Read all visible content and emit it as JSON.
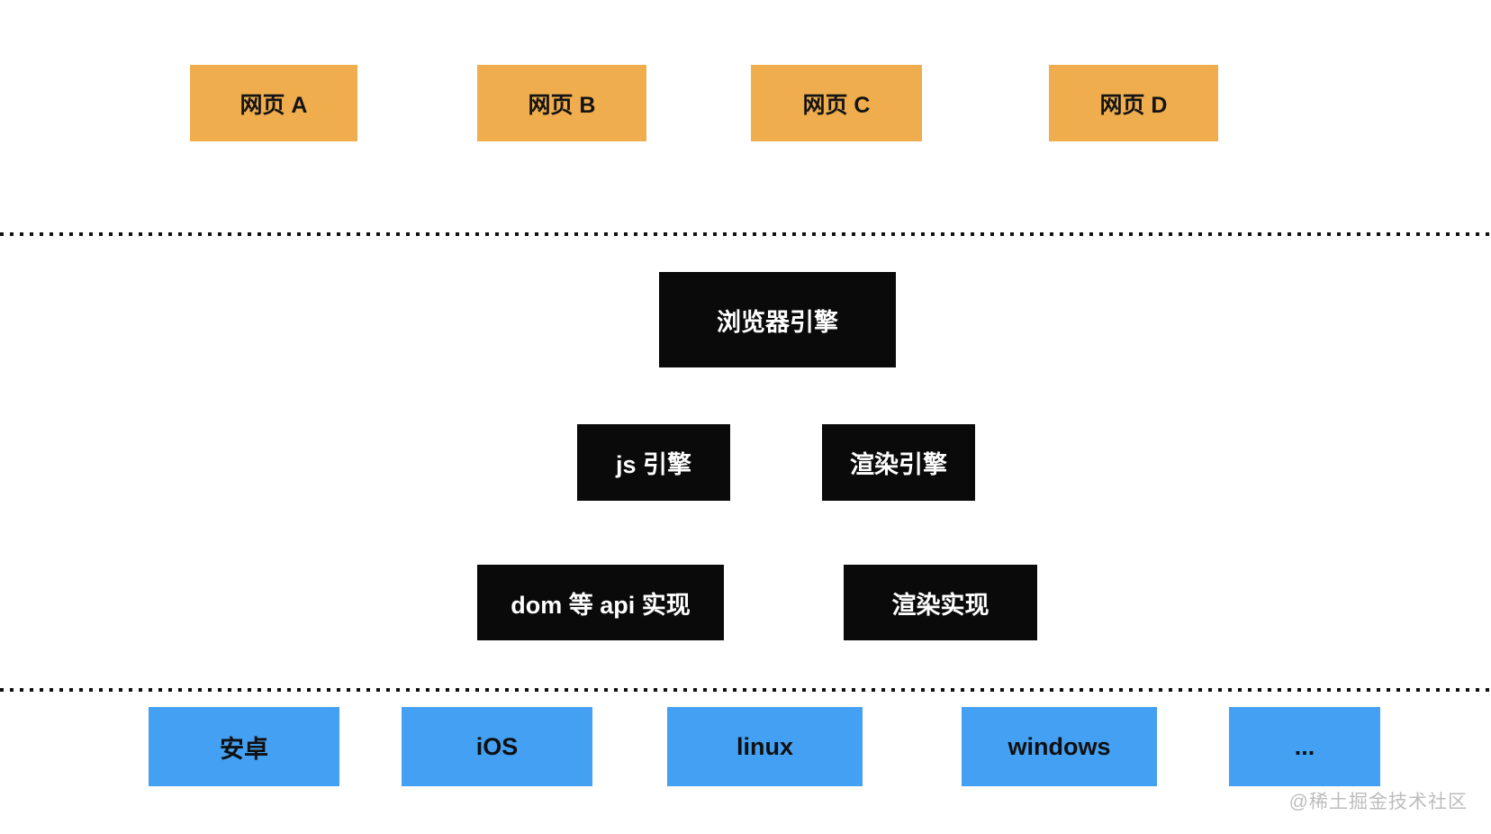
{
  "diagram": {
    "top_row": [
      {
        "label": "网页 A"
      },
      {
        "label": "网页 B"
      },
      {
        "label": "网页 C"
      },
      {
        "label": "网页 D"
      }
    ],
    "browser_engine": {
      "label": "浏览器引擎"
    },
    "engine_row": [
      {
        "label": "js 引擎"
      },
      {
        "label": "渲染引擎"
      }
    ],
    "impl_row": [
      {
        "label": "dom 等 api 实现"
      },
      {
        "label": "渲染实现"
      }
    ],
    "platform_row": [
      {
        "label": "安卓"
      },
      {
        "label": "iOS"
      },
      {
        "label": "linux"
      },
      {
        "label": "windows"
      },
      {
        "label": "..."
      }
    ],
    "watermark": "@稀土掘金技术社区",
    "colors": {
      "webpage": "#efad4d",
      "engine": "#0a0a0a",
      "platform": "#44a0f2",
      "watermark": "#bdbdbd"
    }
  }
}
